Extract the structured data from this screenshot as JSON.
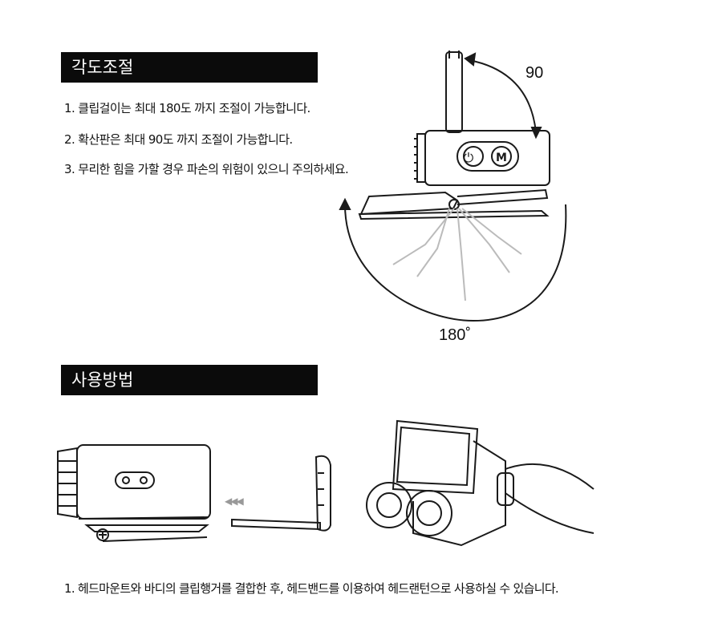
{
  "angle_section": {
    "title": "각도조절",
    "lines": [
      "1. 클립걸이는 최대 180도 까지 조절이 가능합니다.",
      "2. 확산판은 최대 90도 까지 조절이 가능합니다.",
      "3. 무리한 힘을 가할 경우 파손의 위험이 있으니 주의하세요."
    ],
    "label_90": "90",
    "label_180": "180˚",
    "button_power_glyph": "⏻",
    "button_mode_glyph": "M"
  },
  "usage_section": {
    "title": "사용방법",
    "instruction": "1. 헤드마운트와 바디의 클립행거를 결합한 후, 헤드밴드를 이용하여 헤드랜턴으로 사용하실 수 있습니다.",
    "arrow_glyph": "◀◀◀"
  },
  "colors": {
    "header_bg": "#0b0b0b",
    "header_text": "#ffffff",
    "line_art": "#1a1a1a",
    "faded": "#bbbbbb"
  }
}
